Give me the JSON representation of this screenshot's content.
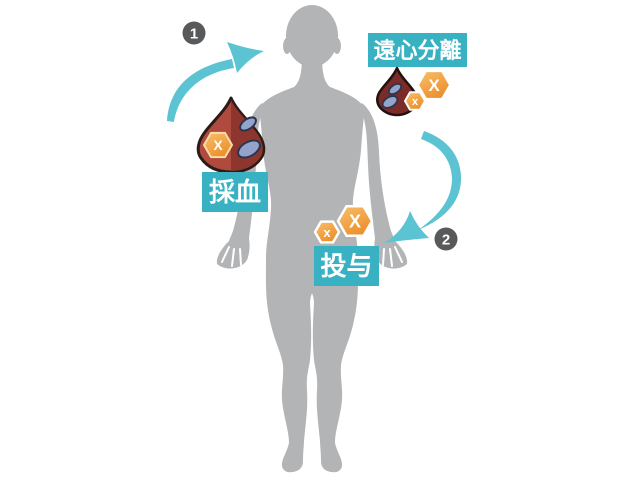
{
  "diagram": {
    "description": "blood therapy cycle over human body silhouette",
    "labels": {
      "collection": "採血",
      "centrifugation": "遠心分離",
      "administration": "投与"
    },
    "badges": {
      "step1": "1",
      "step2": "2"
    },
    "marks": {
      "large": "X",
      "small": "x"
    },
    "colors": {
      "background": "#ffffff",
      "body_silhouette": "#b2b4b6",
      "label_box_teal": "#38b1c3",
      "arrow_teal": "#5cc3d2",
      "badge_gray": "#58595b",
      "blood_drop_light": "#ae4a3e",
      "blood_drop_dark": "#8e362e",
      "blood_drop_small": "#7b2b28",
      "drop_outline": "#2e1b17",
      "cell_blue": "#94a3ca",
      "cell_outline": "#2b3550",
      "hex_orange_light": "#f8c06b",
      "hex_orange_deep": "#ec8f2b"
    }
  }
}
